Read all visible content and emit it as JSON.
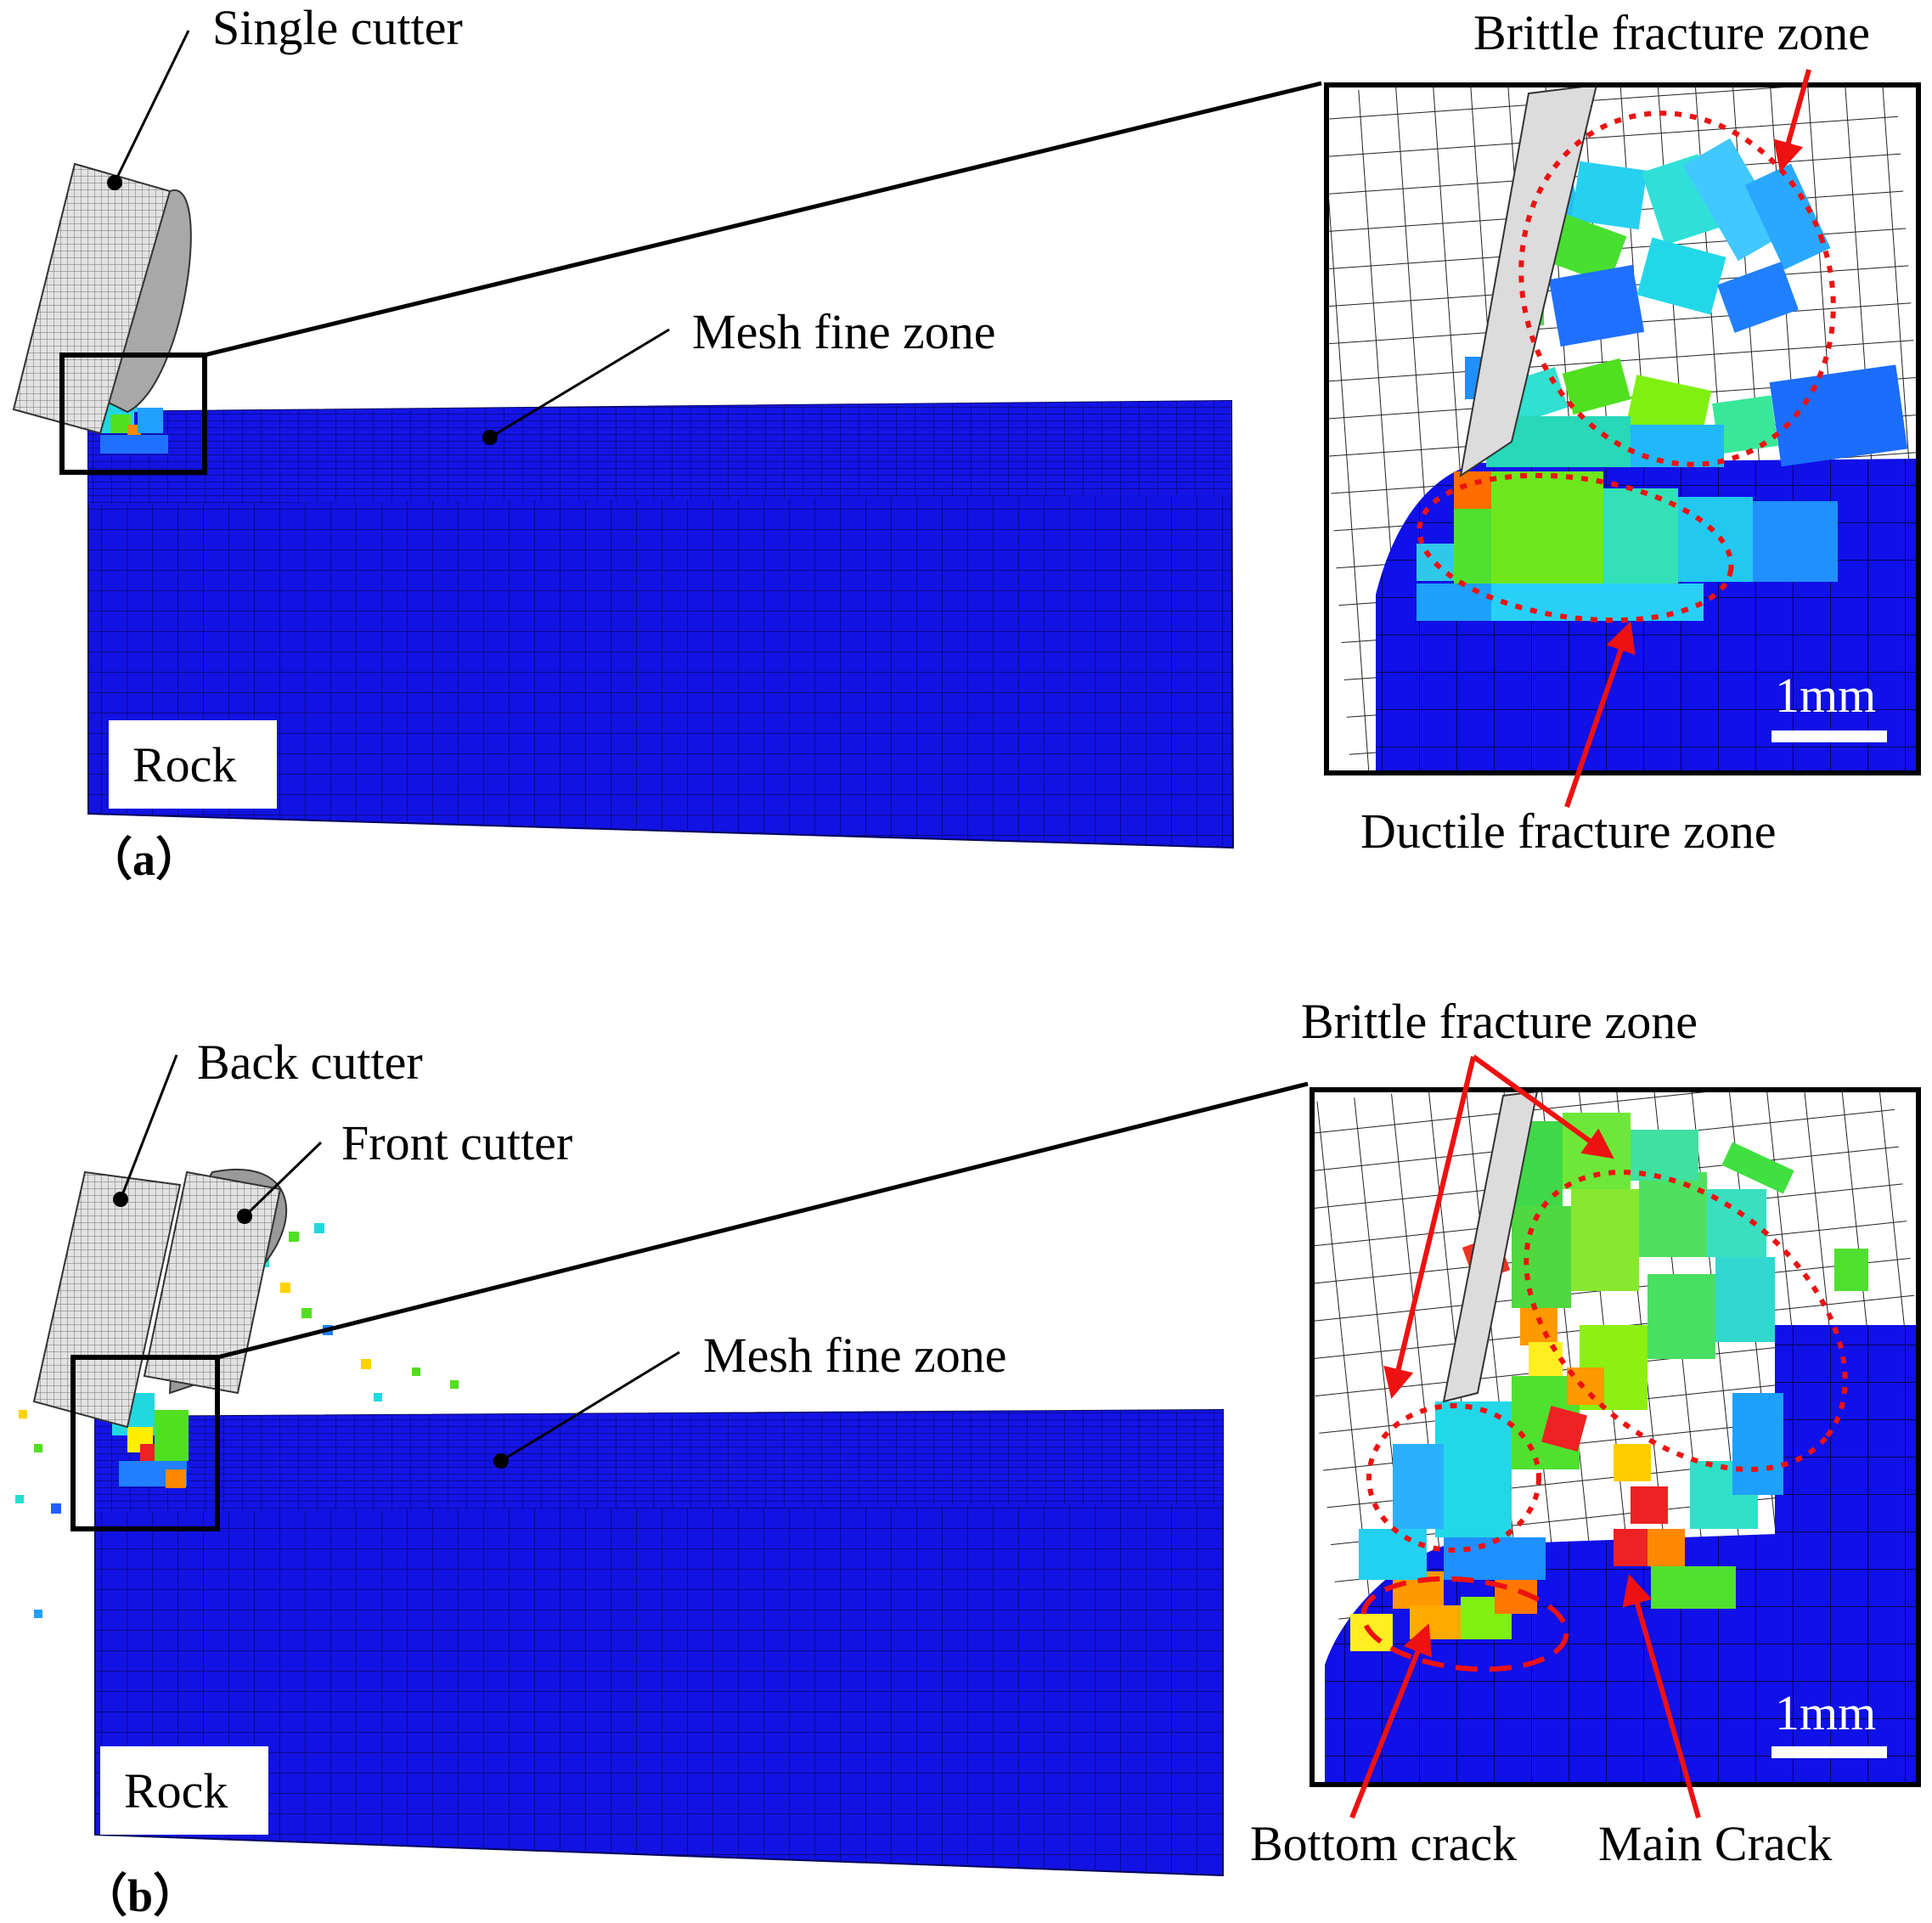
{
  "panel_a": {
    "id": "（a）",
    "single_cutter": "Single cutter",
    "mesh_fine_zone": "Mesh fine zone",
    "rock": "Rock",
    "brittle_fracture_zone": "Brittle fracture zone",
    "ductile_fracture_zone": "Ductile fracture zone",
    "scale_bar": "1mm"
  },
  "panel_b": {
    "id": "（b）",
    "back_cutter": "Back cutter",
    "front_cutter": "Front cutter",
    "mesh_fine_zone": "Mesh fine zone",
    "rock": "Rock",
    "brittle_fracture_zone": "Brittle fracture zone",
    "bottom_crack": "Bottom crack",
    "main_crack": "Main Crack",
    "scale_bar": "1mm"
  },
  "colors": {
    "rock_mesh": "#1010e0",
    "annotation_arrow": "#ee1111",
    "fracture_ellipse": "#ee1111",
    "cutter": "#c8c8c8"
  }
}
